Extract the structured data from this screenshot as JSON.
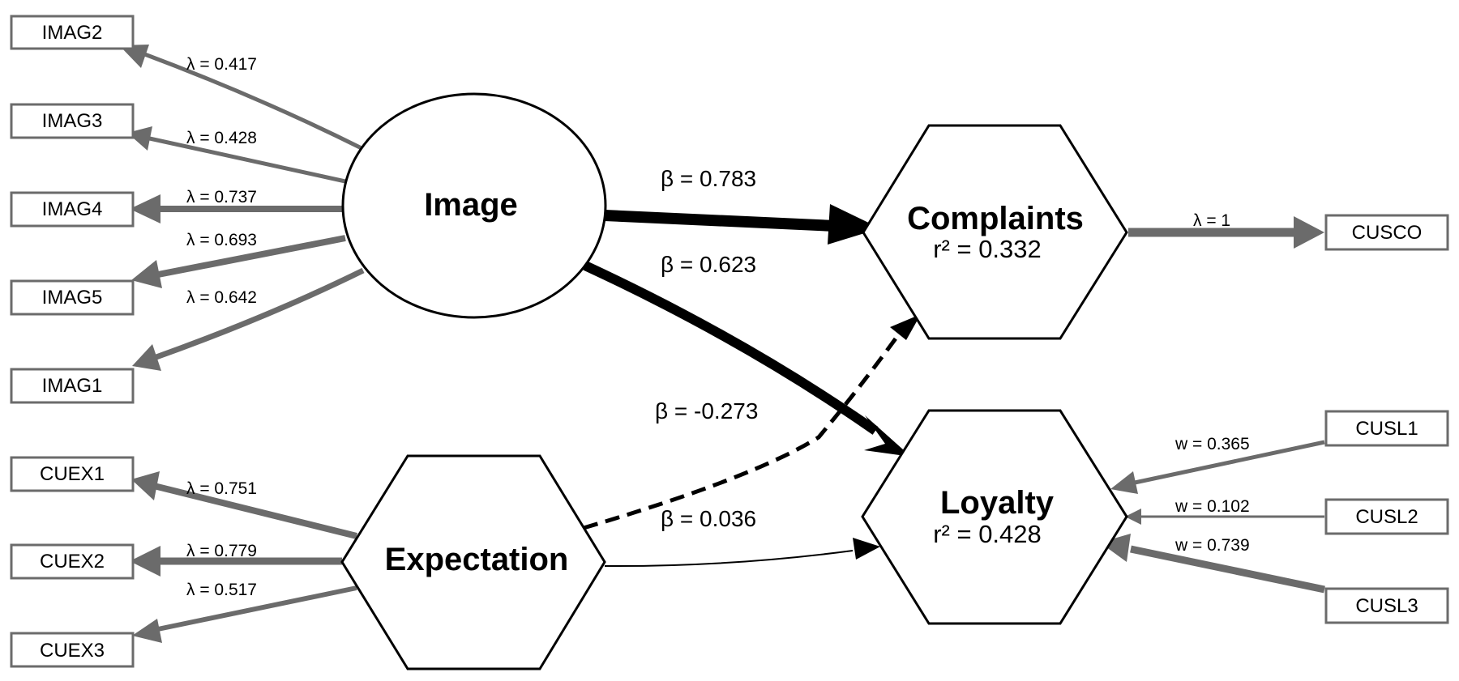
{
  "constructs": {
    "image": {
      "name": "Image"
    },
    "expectation": {
      "name": "Expectation"
    },
    "complaints": {
      "name": "Complaints",
      "r2": "r² = 0.332"
    },
    "loyalty": {
      "name": "Loyalty",
      "r2": "r² = 0.428"
    }
  },
  "indicators": {
    "imag2": "IMAG2",
    "imag3": "IMAG3",
    "imag4": "IMAG4",
    "imag5": "IMAG5",
    "imag1": "IMAG1",
    "cuex1": "CUEX1",
    "cuex2": "CUEX2",
    "cuex3": "CUEX3",
    "cusco": "CUSCO",
    "cusl1": "CUSL1",
    "cusl2": "CUSL2",
    "cusl3": "CUSL3"
  },
  "loadings": {
    "imag2": "λ = 0.417",
    "imag3": "λ = 0.428",
    "imag4": "λ = 0.737",
    "imag5": "λ = 0.693",
    "imag1": "λ = 0.642",
    "cuex1": "λ = 0.751",
    "cuex2": "λ = 0.779",
    "cuex3": "λ = 0.517",
    "cusco": "λ = 1",
    "cusl1": "w = 0.365",
    "cusl2": "w = 0.102",
    "cusl3": "w = 0.739"
  },
  "paths": {
    "image_complaints": "β = 0.783",
    "image_loyalty": "β = 0.623",
    "expectation_complaints": "β = -0.273",
    "expectation_loyalty": "β = 0.036"
  },
  "colors": {
    "indicator_edge": "#6b6b6b",
    "structural_edge": "#000000",
    "background": "#ffffff"
  }
}
